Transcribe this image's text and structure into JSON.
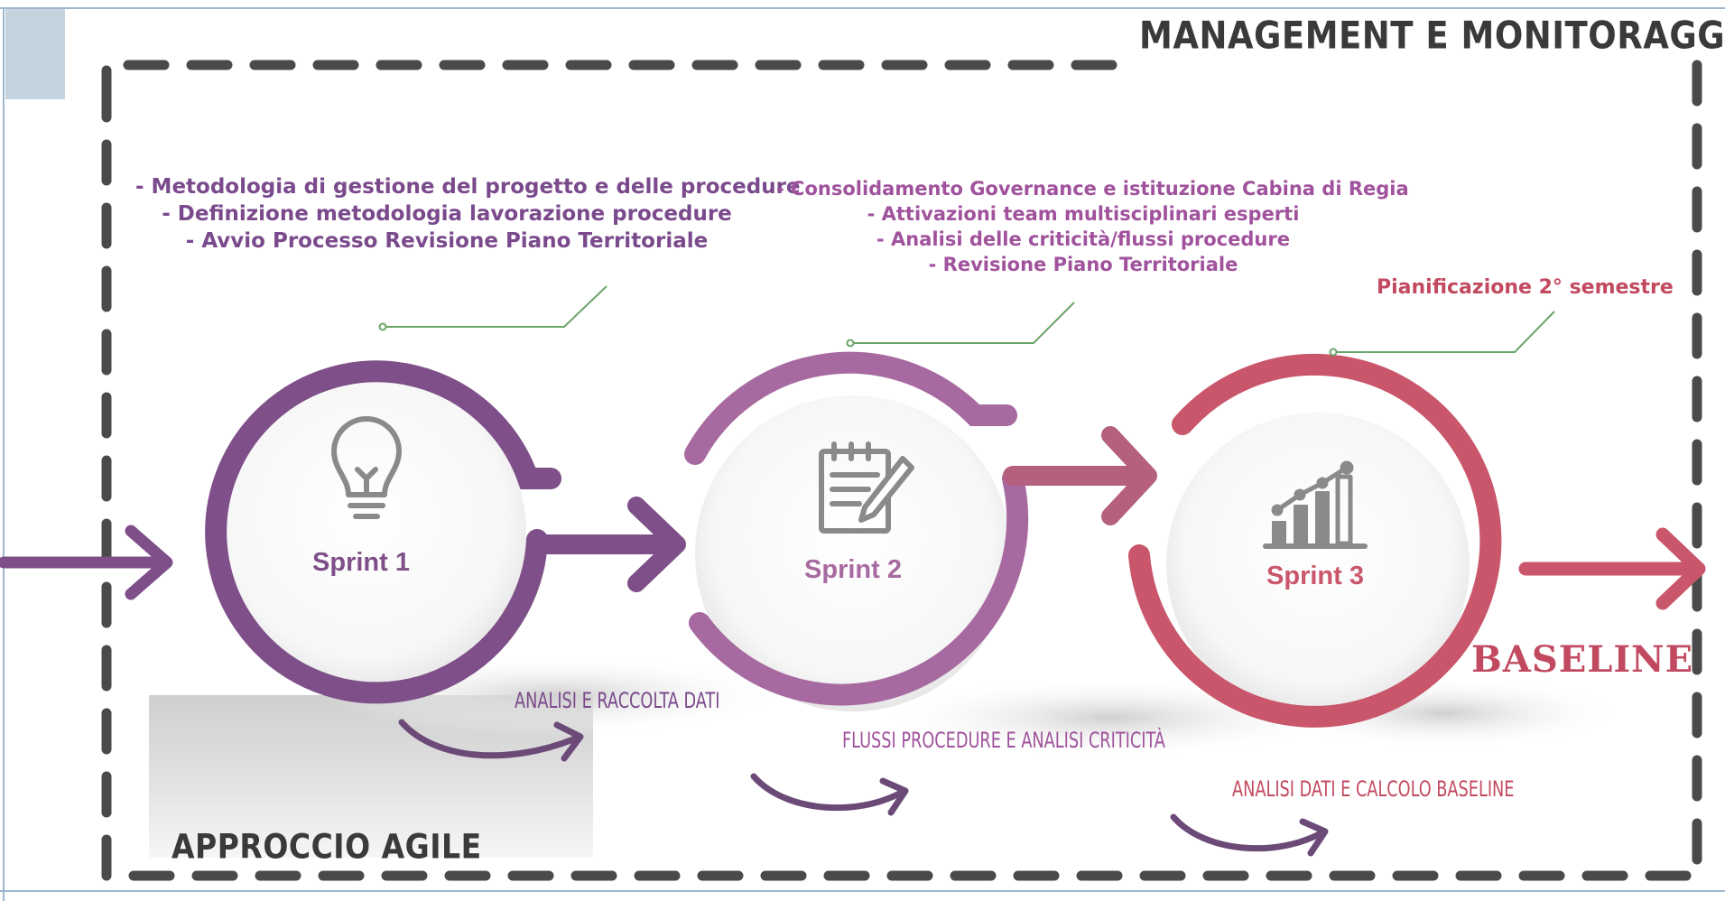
{
  "header": {
    "title": "MANAGEMENT E MONITORAGGIO"
  },
  "footer": {
    "title": "APPROCCIO AGILE"
  },
  "sprints": [
    {
      "label": "Sprint 1",
      "icon": "lightbulb-icon",
      "color": "#7e4f88",
      "notes": [
        "- Metodologia di gestione del progetto e delle procedure",
        "- Definizione metodologia lavorazione procedure",
        "- Avvio Processo Revisione Piano Territoriale"
      ],
      "phase": "ANALISI E RACCOLTA DATI"
    },
    {
      "label": "Sprint 2",
      "icon": "notepad-pencil-icon",
      "color": "#a76aa0",
      "notes": [
        "- Consolidamento Governance e istituzione Cabina di Regia",
        "- Attivazioni team multisciplinari esperti",
        "- Analisi delle criticità/flussi procedure",
        "- Revisione Piano Territoriale"
      ],
      "phase": "FLUSSI PROCEDURE E ANALISI CRITICITÀ"
    },
    {
      "label": "Sprint 3",
      "icon": "bar-chart-growth-icon",
      "color": "#c9566a",
      "notes": [
        "Pianificazione 2° semestre"
      ],
      "phase": "ANALISI DATI E CALCOLO BASELINE"
    }
  ],
  "outcome": "BASELINE",
  "colors": {
    "frame": "#4a4a4a",
    "leader_line": "#6aa56a",
    "icon": "#8a8a8a",
    "corner_block": "#c5d3de"
  }
}
